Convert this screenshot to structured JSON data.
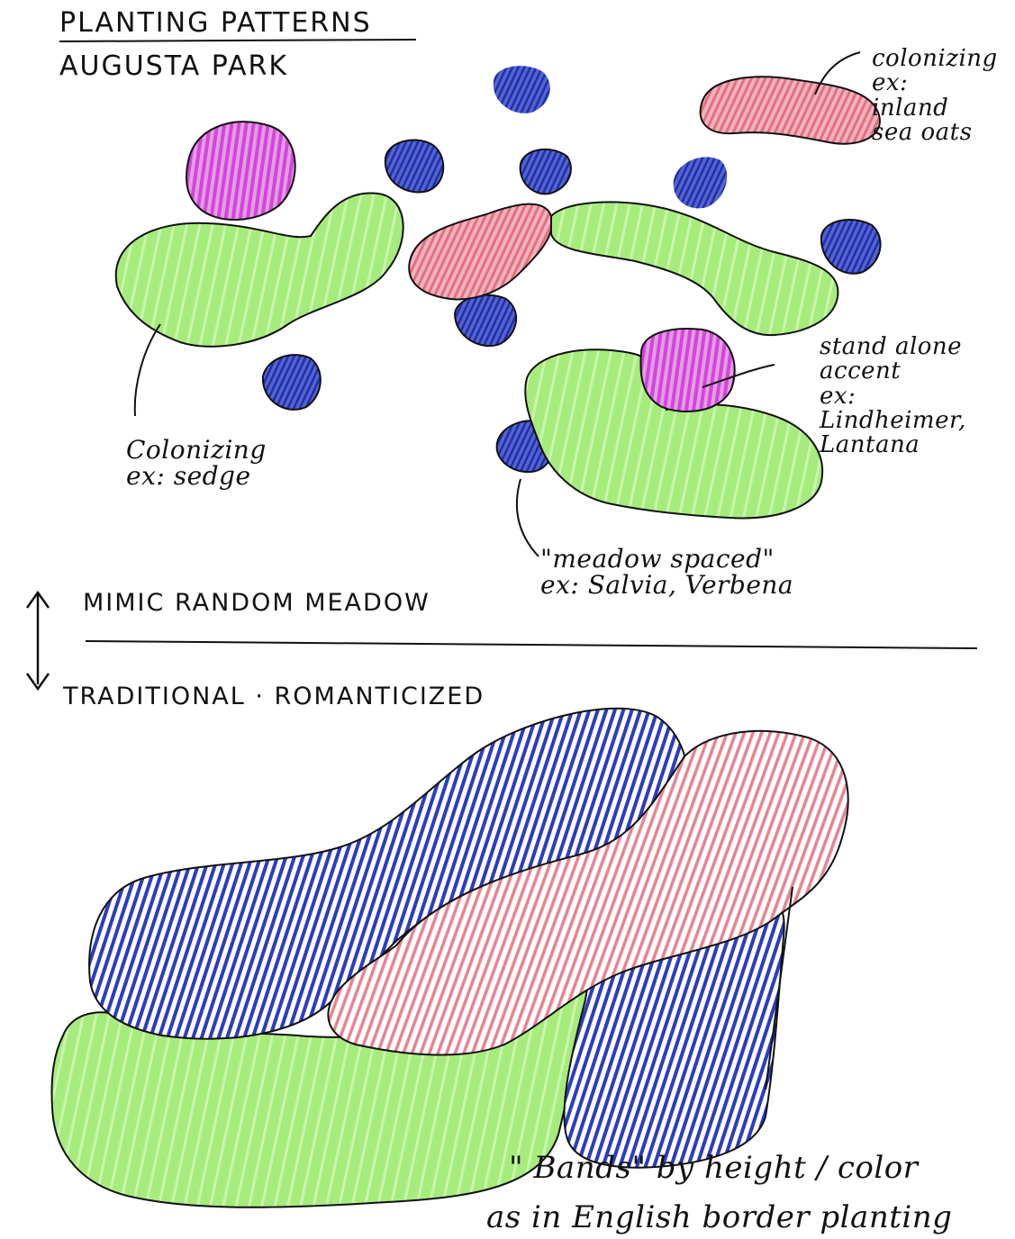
{
  "title": "PLANTING PATTERNS",
  "subtitle": "AUGUSTA PARK",
  "colors": {
    "green": "#a6ec7c",
    "blue": "#2b3dbf",
    "red": "#e88290",
    "magenta": "#d860e0",
    "ink": "#111111"
  },
  "labels": {
    "colonizing_right": "colonizing\nex:\ninland\nsea oats",
    "colonizing_left": "Colonizing\nex: sedge",
    "stand_alone": "stand alone\naccent\nex:\nLindheimer,\nLantana",
    "meadow_spaced": "\"meadow spaced\"\nex: Salvia, Verbena",
    "mimic": "MIMIC RANDOM MEADOW",
    "traditional": "TRADITIONAL · ROMANTICIZED",
    "bands_1": "\" Bands\" by height / color",
    "bands_2": "as in English border planting"
  }
}
